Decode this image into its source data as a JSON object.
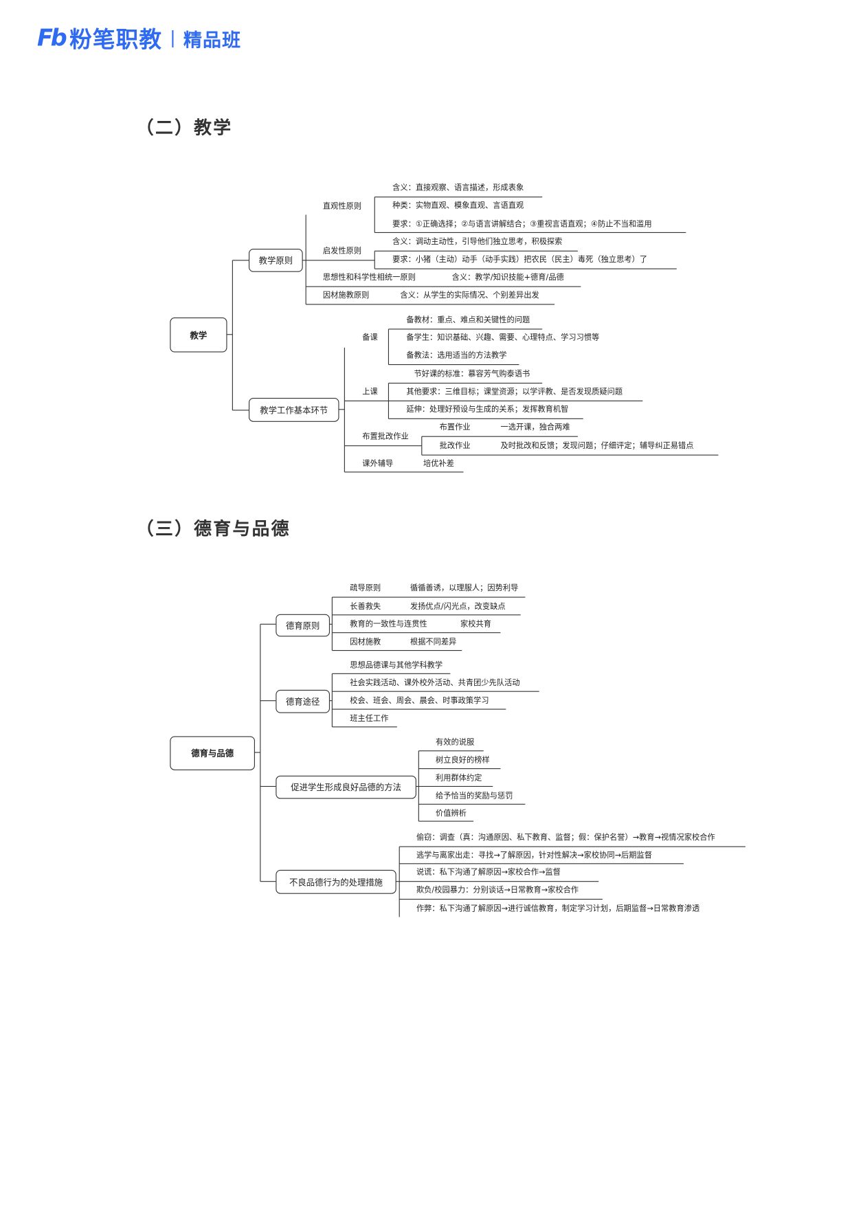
{
  "header": {
    "logo_mark": "Fb",
    "brand": "粉笔职教",
    "divider": "|",
    "product": "精品班",
    "brand_color": "#2f6bf0"
  },
  "s1": {
    "title": "（二）教学",
    "root": "教学",
    "b1": {
      "label": "教学原则",
      "zg": {
        "label": "直观性原则",
        "items": [
          "含义：直接观察、语言描述，形成表象",
          "种类：实物直观、模象直观、言语直观",
          "要求：①正确选择；②与语言讲解结合；③重视言语直观；④防止不当和滥用"
        ]
      },
      "qf": {
        "label": "启发性原则",
        "items": [
          "含义：调动主动性，引导他们独立思考，积极探索",
          "要求：小猪（主动）动手（动手实践）把农民（民主）毒死（独立思考）了"
        ]
      },
      "sx": {
        "label": "思想性和科学性相统一原则",
        "value": "含义：教学/知识技能+德育/品德"
      },
      "yc": {
        "label": "因材施教原则",
        "value": "含义：从学生的实际情况、个别差异出发"
      }
    },
    "b2": {
      "label": "教学工作基本环节",
      "bk": {
        "label": "备课",
        "items": [
          "备教材：重点、难点和关键性的问题",
          "备学生：知识基础、兴趣、需要、心理特点、学习习惯等",
          "备教法：选用适当的方法教学"
        ]
      },
      "sk": {
        "label": "上课",
        "items": [
          "节好课的标准：慕容芳气购泰语书",
          "其他要求：三维目标；课堂资源；以学评教、是否发现质疑问题",
          "延伸：处理好预设与生成的关系；发挥教育机智"
        ]
      },
      "zy": {
        "label": "布置批改作业",
        "items": [
          {
            "label": "布置作业",
            "value": "一选开课，独合两难"
          },
          {
            "label": "批改作业",
            "value": "及时批改和反馈；发现问题；仔细评定；辅导纠正易错点"
          }
        ]
      },
      "kw": {
        "label": "课外辅导",
        "value": "培优补差"
      }
    }
  },
  "s2": {
    "title": "（三）德育与品德",
    "root": "德育与品德",
    "principles": {
      "label": "德育原则",
      "items": [
        {
          "label": "疏导原则",
          "value": "循循善诱，以理服人；因势利导"
        },
        {
          "label": "长善救失",
          "value": "发扬优点/闪光点，改变缺点"
        },
        {
          "label": "教育的一致性与连贯性",
          "value": "家校共育"
        },
        {
          "label": "因材施教",
          "value": "根据不同差异"
        }
      ]
    },
    "ways": {
      "label": "德育途径",
      "items": [
        "思想品德课与其他学科教学",
        "社会实践活动、课外校外活动、共青团少先队活动",
        "校会、班会、周会、晨会、时事政策学习",
        "班主任工作"
      ]
    },
    "methods": {
      "label": "促进学生形成良好品德的方法",
      "items": [
        "有效的说服",
        "树立良好的榜样",
        "利用群体约定",
        "给予恰当的奖励与惩罚",
        "价值辨析"
      ]
    },
    "measures": {
      "label": "不良品德行为的处理措施",
      "items": [
        "偷窃：调查（真：沟通原因、私下教育、监督；假：保护名誉）→教育→视情况家校合作",
        "逃学与离家出走：寻找→了解原因，针对性解决→家校协同→后期监督",
        "说谎：私下沟通了解原因→家校合作→监督",
        "欺负/校园暴力：分别谈话→日常教育→家校合作",
        "作弊：私下沟通了解原因→进行诚信教育，制定学习计划，后期监督→日常教育渗透"
      ]
    }
  }
}
